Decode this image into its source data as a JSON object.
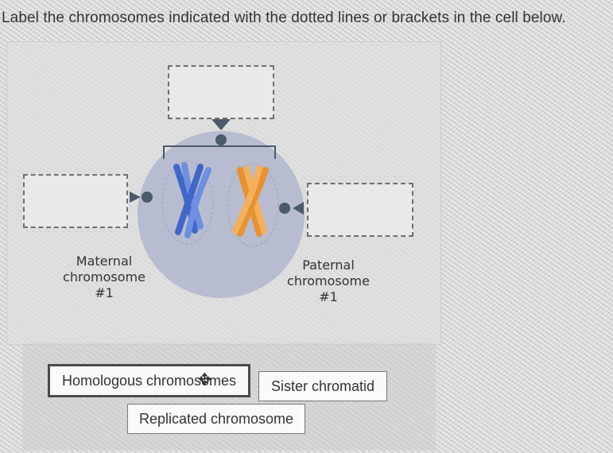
{
  "instruction": "Label the chromosomes indicated with the dotted lines or brackets in the cell below.",
  "labels": {
    "maternal": [
      "Maternal",
      "chromosome",
      "#1"
    ],
    "paternal": [
      "Paternal",
      "chromosome",
      "#1"
    ]
  },
  "answer_choices": [
    "Homologous chromosomes",
    "Sister chromatid",
    "Replicated chromosome"
  ],
  "colors": {
    "cell": "#b7bcd0",
    "maternal_chromosome": "#3f67c8",
    "paternal_chromosome": "#e8922e",
    "pointer": "#4a5a6a"
  },
  "icons": [
    "move-icon"
  ]
}
